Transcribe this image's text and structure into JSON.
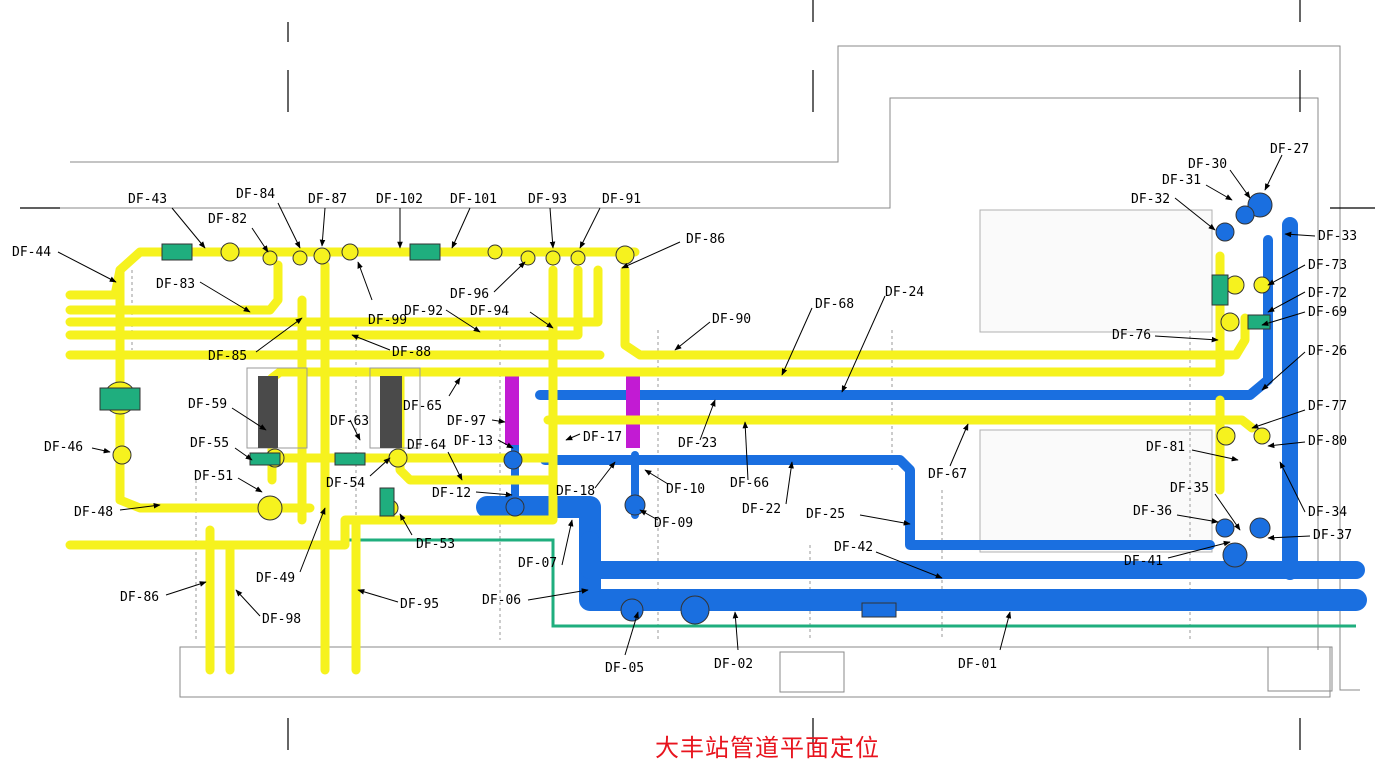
{
  "title": "大丰站管道平面定位",
  "colors": {
    "yellow_pipe": "#f6f21e",
    "blue_pipe": "#1a6fe0",
    "green_pipe": "#1fae7e",
    "magenta_pipe": "#c21bd3",
    "dark_equipment": "#4a4a4a",
    "title": "#e8141e",
    "outline": "#8a8a8a"
  },
  "labels": [
    {
      "id": "df43",
      "text": "DF-43"
    },
    {
      "id": "df84",
      "text": "DF-84"
    },
    {
      "id": "df87",
      "text": "DF-87"
    },
    {
      "id": "df102",
      "text": "DF-102"
    },
    {
      "id": "df101",
      "text": "DF-101"
    },
    {
      "id": "df93",
      "text": "DF-93"
    },
    {
      "id": "df91",
      "text": "DF-91"
    },
    {
      "id": "df82",
      "text": "DF-82"
    },
    {
      "id": "df86a",
      "text": "DF-86"
    },
    {
      "id": "df44",
      "text": "DF-44"
    },
    {
      "id": "df83",
      "text": "DF-83"
    },
    {
      "id": "df96",
      "text": "DF-96"
    },
    {
      "id": "df99",
      "text": "DF-99"
    },
    {
      "id": "df92",
      "text": "DF-92"
    },
    {
      "id": "df94",
      "text": "DF-94"
    },
    {
      "id": "df90",
      "text": "DF-90"
    },
    {
      "id": "df68",
      "text": "DF-68"
    },
    {
      "id": "df24",
      "text": "DF-24"
    },
    {
      "id": "df85",
      "text": "DF-85"
    },
    {
      "id": "df88",
      "text": "DF-88"
    },
    {
      "id": "df65",
      "text": "DF-65"
    },
    {
      "id": "df59",
      "text": "DF-59"
    },
    {
      "id": "df63",
      "text": "DF-63"
    },
    {
      "id": "df97",
      "text": "DF-97"
    },
    {
      "id": "df13",
      "text": "DF-13"
    },
    {
      "id": "df17",
      "text": "DF-17"
    },
    {
      "id": "df23",
      "text": "DF-23"
    },
    {
      "id": "df46",
      "text": "DF-46"
    },
    {
      "id": "df55",
      "text": "DF-55"
    },
    {
      "id": "df64",
      "text": "DF-64"
    },
    {
      "id": "df51",
      "text": "DF-51"
    },
    {
      "id": "df54",
      "text": "DF-54"
    },
    {
      "id": "df12",
      "text": "DF-12"
    },
    {
      "id": "df18",
      "text": "DF-18"
    },
    {
      "id": "df10",
      "text": "DF-10"
    },
    {
      "id": "df66",
      "text": "DF-66"
    },
    {
      "id": "df22",
      "text": "DF-22"
    },
    {
      "id": "df67",
      "text": "DF-67"
    },
    {
      "id": "df48",
      "text": "DF-48"
    },
    {
      "id": "df09",
      "text": "DF-09"
    },
    {
      "id": "df25",
      "text": "DF-25"
    },
    {
      "id": "df53",
      "text": "DF-53"
    },
    {
      "id": "df49",
      "text": "DF-49"
    },
    {
      "id": "df07",
      "text": "DF-07"
    },
    {
      "id": "df42",
      "text": "DF-42"
    },
    {
      "id": "df86b",
      "text": "DF-86"
    },
    {
      "id": "df95",
      "text": "DF-95"
    },
    {
      "id": "df06",
      "text": "DF-06"
    },
    {
      "id": "df98",
      "text": "DF-98"
    },
    {
      "id": "df05",
      "text": "DF-05"
    },
    {
      "id": "df02",
      "text": "DF-02"
    },
    {
      "id": "df01",
      "text": "DF-01"
    },
    {
      "id": "df30",
      "text": "DF-30"
    },
    {
      "id": "df27",
      "text": "DF-27"
    },
    {
      "id": "df31",
      "text": "DF-31"
    },
    {
      "id": "df32",
      "text": "DF-32"
    },
    {
      "id": "df33",
      "text": "DF-33"
    },
    {
      "id": "df73",
      "text": "DF-73"
    },
    {
      "id": "df72",
      "text": "DF-72"
    },
    {
      "id": "df69",
      "text": "DF-69"
    },
    {
      "id": "df76",
      "text": "DF-76"
    },
    {
      "id": "df26",
      "text": "DF-26"
    },
    {
      "id": "df77",
      "text": "DF-77"
    },
    {
      "id": "df81",
      "text": "DF-81"
    },
    {
      "id": "df80",
      "text": "DF-80"
    },
    {
      "id": "df35",
      "text": "DF-35"
    },
    {
      "id": "df36",
      "text": "DF-36"
    },
    {
      "id": "df34",
      "text": "DF-34"
    },
    {
      "id": "df37",
      "text": "DF-37"
    },
    {
      "id": "df41",
      "text": "DF-41"
    }
  ]
}
